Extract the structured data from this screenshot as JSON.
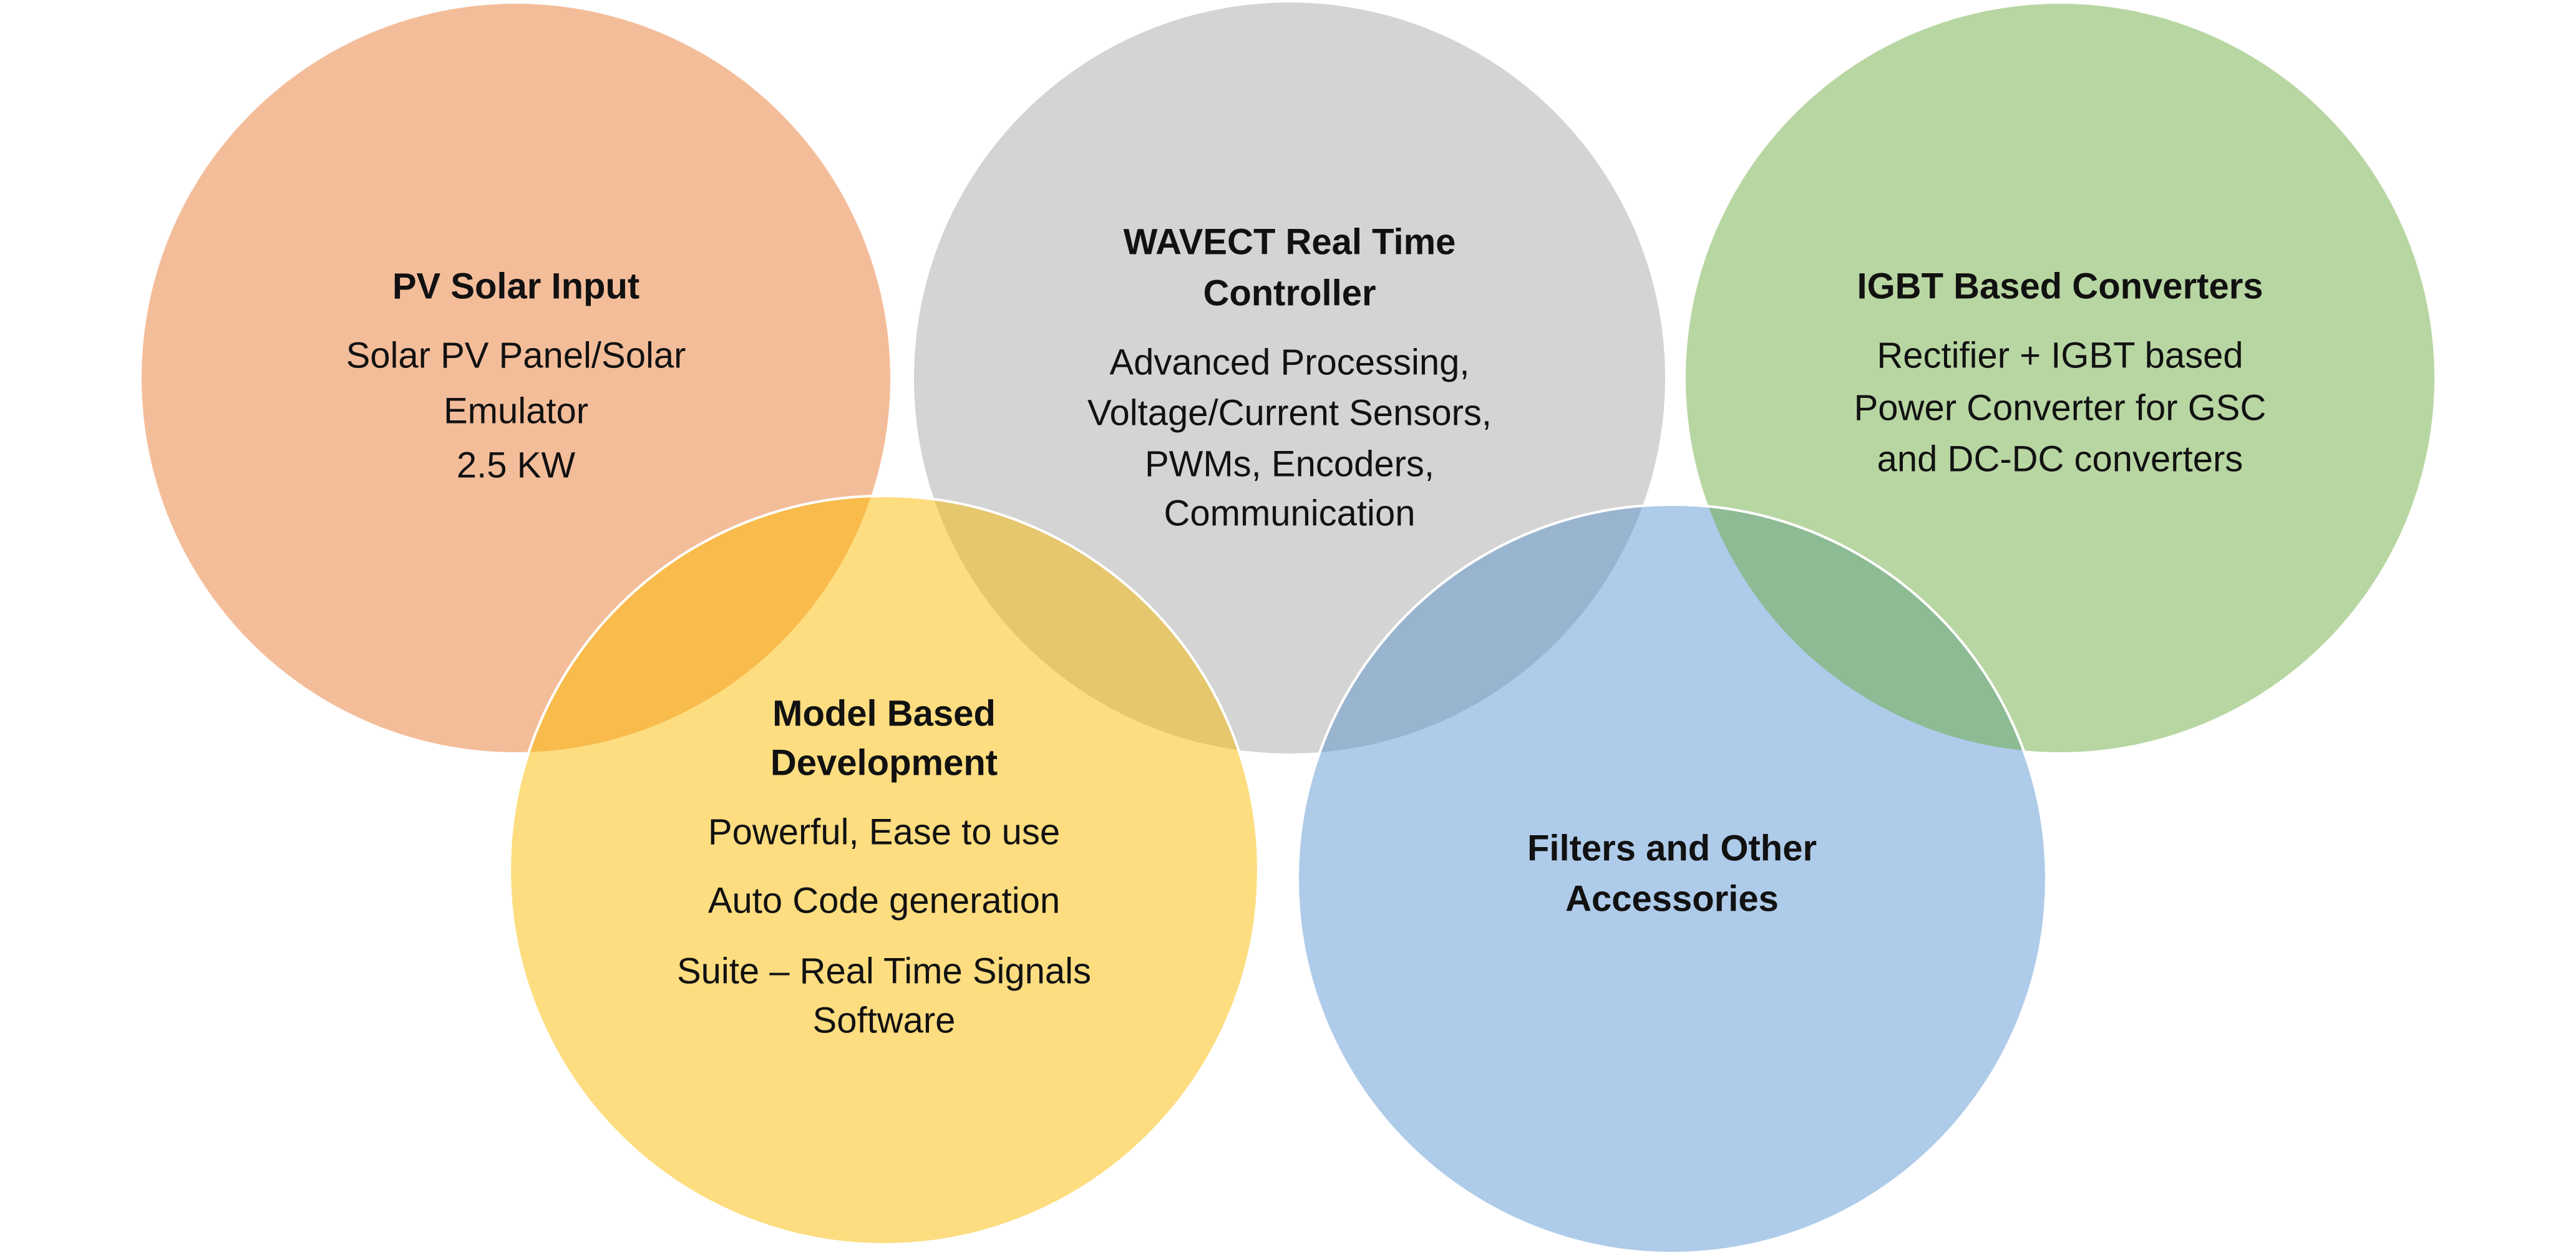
{
  "colors": {
    "orange": "#F4BD9A",
    "gray": "#D4D4D4",
    "green": "#B8D6A2",
    "yellow": "#FDDD80",
    "blue": "#AECBE9",
    "orange_yellow": "#F8BB4C",
    "gray_yellow": "#E6C76E",
    "gray_blue": "#99B4CF",
    "green_blue": "#8DBB94"
  },
  "circles": {
    "pv": {
      "title": "PV Solar Input",
      "lines": [
        "Solar PV Panel/Solar",
        "Emulator",
        "2.5 KW"
      ]
    },
    "wavect": {
      "title": [
        "WAVECT Real Time",
        "Controller"
      ],
      "lines": [
        "Advanced Processing,",
        "Voltage/Current Sensors,",
        "PWMs, Encoders,",
        "Communication"
      ]
    },
    "igbt": {
      "title": "IGBT Based Converters",
      "lines": [
        "Rectifier + IGBT based",
        "Power Converter for GSC",
        "and DC-DC converters"
      ]
    },
    "model": {
      "title": [
        "Model Based",
        "Development"
      ],
      "lines": [
        "Powerful, Ease to use",
        "Auto Code generation",
        "Suite – Real Time Signals",
        "Software"
      ]
    },
    "filters": {
      "title": [
        "Filters and Other",
        "Accessories"
      ]
    }
  }
}
